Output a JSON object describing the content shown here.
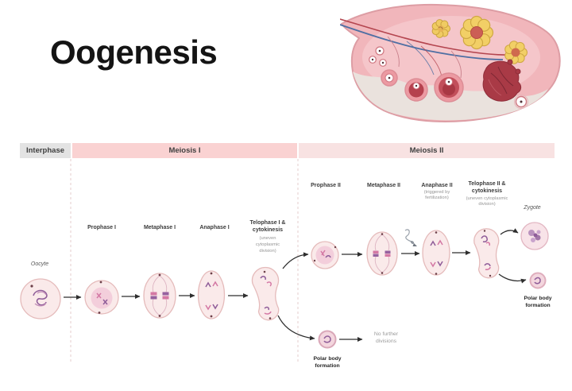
{
  "title": "Oogenesis",
  "phase_bar": {
    "interphase": "Interphase",
    "meiosis_i": "Meiosis I",
    "meiosis_ii": "Meiosis II"
  },
  "colors": {
    "interphase_bg": "#e3e3e3",
    "meiosis_i_bg": "#fad2d2",
    "meiosis_ii_bg": "#f8e2e2",
    "cell_fill": "#faeaea",
    "cell_outline": "#e5bbbb",
    "nucleus_fill": "#f3cedb",
    "chromosome_purple": "#8f5d99",
    "chromosome_pink": "#d478a4",
    "arrow": "#2e2e2e",
    "ovary_body": "#f1b6bb",
    "corpus_luteum_yellow": "#f2cf66"
  },
  "stages": {
    "oocyte": {
      "label": "Oocyte"
    },
    "prophase_i": {
      "label": "Prophase I"
    },
    "metaphase_i": {
      "label": "Metaphase I"
    },
    "anaphase_i": {
      "label": "Anaphase I"
    },
    "telophase_i": {
      "label_line1": "Telophase I &",
      "label_line2": "cytokinesis",
      "note_line1": "(uneven",
      "note_line2": "cytoplasmic",
      "note_line3": "division)"
    },
    "prophase_ii": {
      "label": "Prophase II"
    },
    "metaphase_ii": {
      "label": "Metaphase II"
    },
    "anaphase_ii": {
      "label": "Anaphase II",
      "note_line1": "(triggered by",
      "note_line2": "fertilization)"
    },
    "telophase_ii": {
      "label_line1": "Telophase II &",
      "label_line2": "cytokinesis",
      "note_line1": "(uneven cytoplasmic",
      "note_line2": "division)"
    },
    "zygote": {
      "label": "Zygote"
    },
    "polar_body_i": {
      "label_line1": "Polar body",
      "label_line2": "formation"
    },
    "polar_body_ii": {
      "label_line1": "Polar body",
      "label_line2": "formation"
    },
    "no_further_divisions": {
      "line1": "No further",
      "line2": "divisions"
    }
  }
}
